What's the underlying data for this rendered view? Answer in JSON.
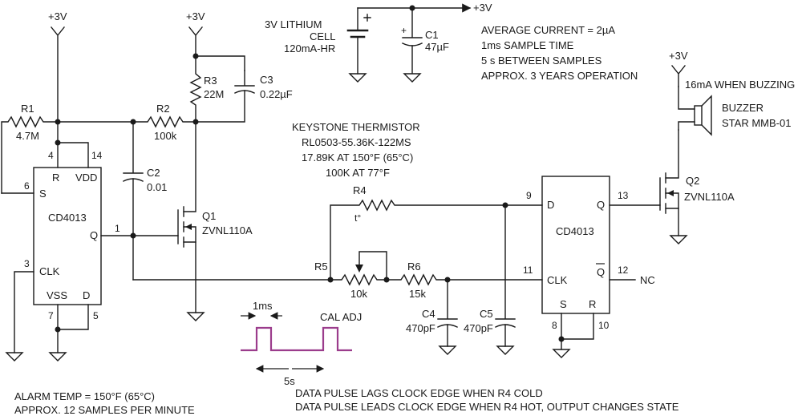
{
  "supply": {
    "v1": "+3V",
    "v2": "+3V",
    "v3": "+3V",
    "v4": "+3V"
  },
  "battery": {
    "line1": "3V LITHIUM",
    "line2": "CELL",
    "line3": "120mA-HR"
  },
  "c1": {
    "name": "C1",
    "value": "47µF"
  },
  "specs": {
    "line1": "AVERAGE CURRENT = 2µA",
    "line2": "1ms SAMPLE TIME",
    "line3": "5 s BETWEEN SAMPLES",
    "line4": "APPROX. 3 YEARS OPERATION"
  },
  "r1": {
    "name": "R1",
    "value": "4.7M"
  },
  "r2": {
    "name": "R2",
    "value": "100k"
  },
  "r3": {
    "name": "R3",
    "value": "22M"
  },
  "c3": {
    "name": "C3",
    "value": "0.22µF"
  },
  "c2": {
    "name": "C2",
    "value": "0.01"
  },
  "q1": {
    "name": "Q1",
    "part": "ZVNL110A"
  },
  "q2": {
    "name": "Q2",
    "part": "ZVNL110A"
  },
  "thermistor": {
    "line1": "KEYSTONE THERMISTOR",
    "line2": "RL0503-55.36K-122MS",
    "line3": "17.89K AT 150°F (65°C)",
    "line4": "100K AT 77°F"
  },
  "r4": {
    "name": "R4",
    "symbol": "t°"
  },
  "r5": {
    "name": "R5",
    "value": "10k"
  },
  "r6": {
    "name": "R6",
    "value": "15k"
  },
  "c4": {
    "name": "C4",
    "value": "470pF"
  },
  "c5": {
    "name": "C5",
    "value": "470pF"
  },
  "ic1": {
    "name": "CD4013",
    "pins": {
      "r": "R",
      "vdd": "VDD",
      "s": "S",
      "q": "Q",
      "clk": "CLK",
      "vss": "VSS",
      "d": "D"
    },
    "nums": {
      "n4": "4",
      "n14": "14",
      "n6": "6",
      "n1": "1",
      "n3": "3",
      "n7": "7",
      "n5": "5"
    }
  },
  "ic2": {
    "name": "CD4013",
    "pins": {
      "d": "D",
      "q": "Q",
      "clk": "CLK",
      "qbar": "Q",
      "s": "S",
      "r": "R"
    },
    "nums": {
      "n9": "9",
      "n13": "13",
      "n11": "11",
      "n12": "12",
      "n8": "8",
      "n10": "10"
    }
  },
  "nc": "NC",
  "buzzer": {
    "current": "16mA WHEN BUZZING",
    "line1": "BUZZER",
    "line2": "STAR MMB-01"
  },
  "cal_adj": "CAL ADJ",
  "timing": {
    "pulse_width": "1ms",
    "period": "5s"
  },
  "notes": {
    "alarm1": "ALARM TEMP = 150°F (65°C)",
    "alarm2": "APPROX. 12 SAMPLES PER MINUTE",
    "data1": "DATA PULSE LAGS CLOCK EDGE WHEN R4 COLD",
    "data2": "DATA PULSE LEADS CLOCK EDGE WHEN R4 HOT, OUTPUT CHANGES STATE"
  }
}
